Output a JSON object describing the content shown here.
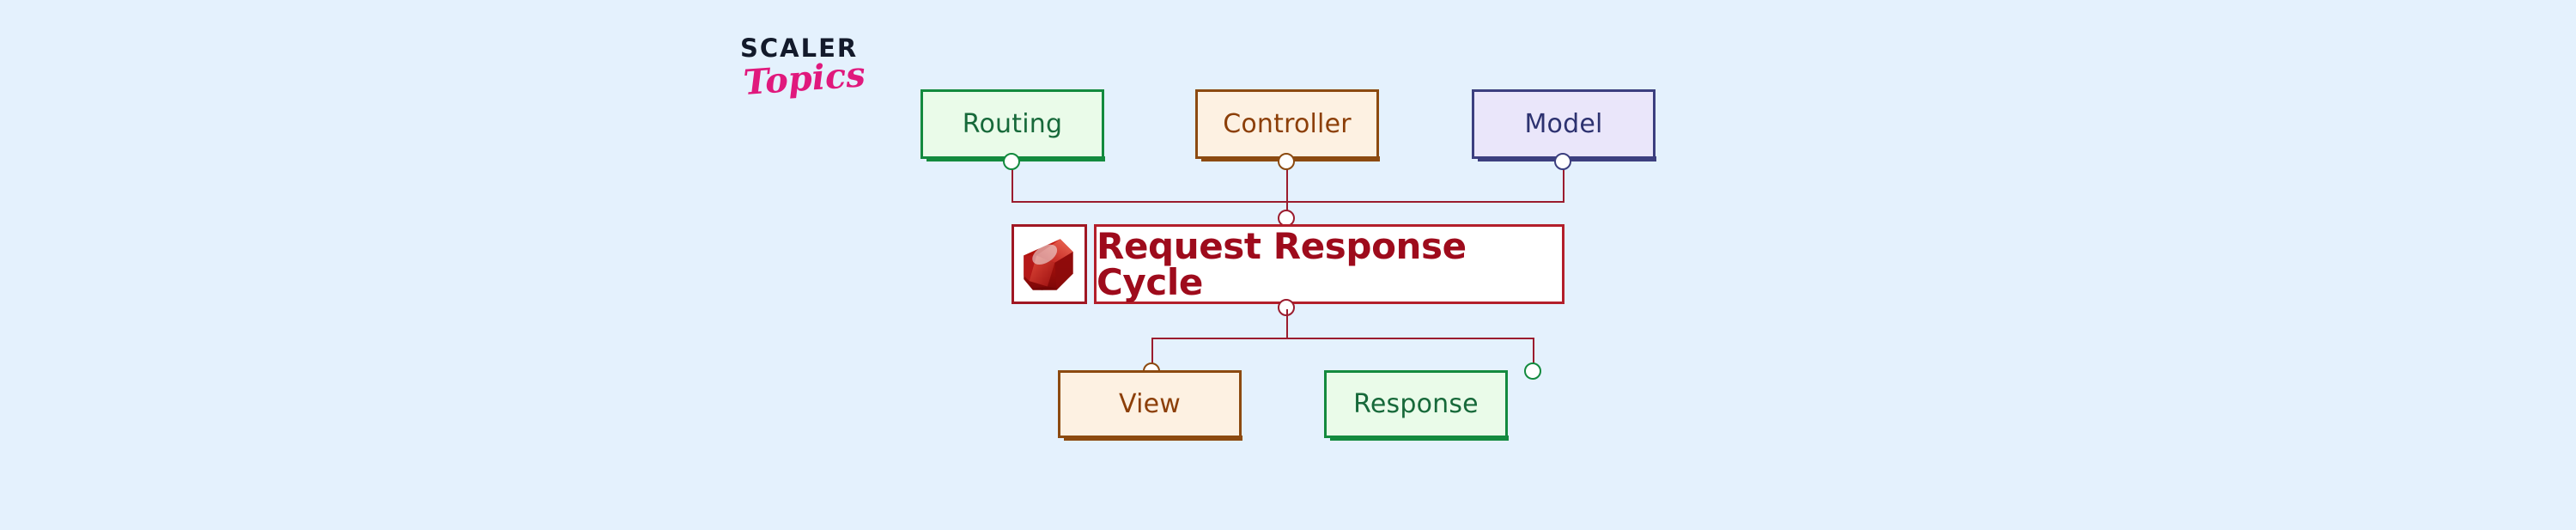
{
  "background_color": "#e4f1fd",
  "logo": {
    "line1": "SCALER",
    "line2": "Topics",
    "line1_color": "#131a2b",
    "line2_color": "#e0197d"
  },
  "diagram": {
    "type": "flow-diagram",
    "title": "Request Response Cycle",
    "center": {
      "label": "Request Response Cycle",
      "icon": "ruby-gem-icon",
      "border_color": "#b31f2b",
      "text_color": "#9e0b1c",
      "fill_color": "#ffffff"
    },
    "top_nodes": [
      {
        "label": "Routing",
        "fill_color": "#eafbe9",
        "border_color": "#138a3e",
        "text_color": "#17693a"
      },
      {
        "label": "Controller",
        "fill_color": "#fdf1e2",
        "border_color": "#8c4a10",
        "text_color": "#8c3f08"
      },
      {
        "label": "Model",
        "fill_color": "#eae6fa",
        "border_color": "#3c3f7f",
        "text_color": "#2d3270"
      }
    ],
    "bottom_nodes": [
      {
        "label": "View",
        "fill_color": "#fdf1e2",
        "border_color": "#8c4a10",
        "text_color": "#8c3f08"
      },
      {
        "label": "Response",
        "fill_color": "#eafbe9",
        "border_color": "#138a3e",
        "text_color": "#17693a"
      }
    ],
    "connector_color": "#9b1c2e",
    "edges": [
      {
        "from": "Routing",
        "to": "Request Response Cycle"
      },
      {
        "from": "Controller",
        "to": "Request Response Cycle"
      },
      {
        "from": "Model",
        "to": "Request Response Cycle"
      },
      {
        "from": "Request Response Cycle",
        "to": "View"
      },
      {
        "from": "Request Response Cycle",
        "to": "Response"
      }
    ]
  }
}
